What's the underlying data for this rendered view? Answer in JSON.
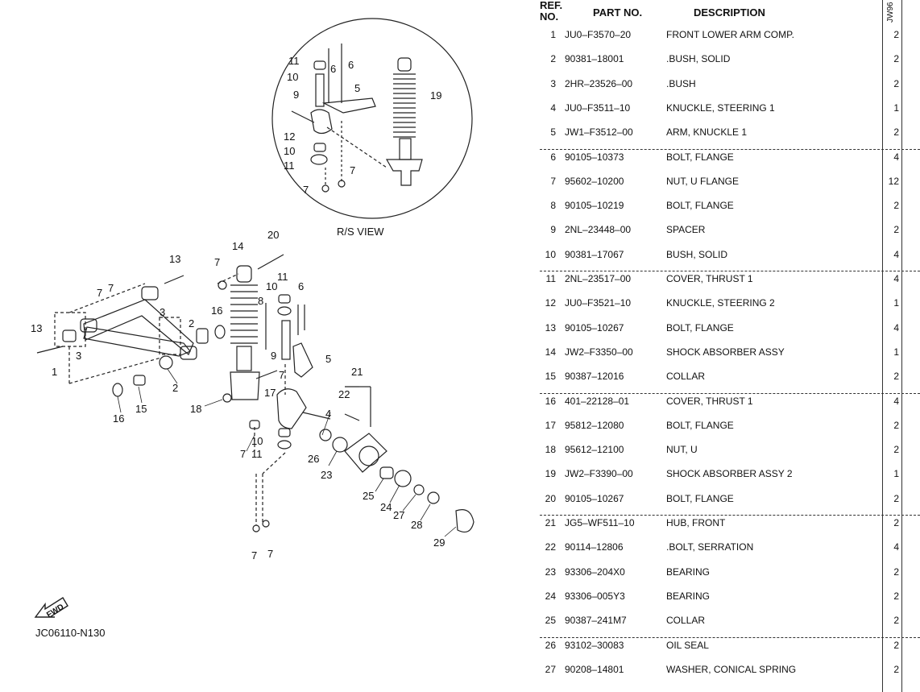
{
  "diagram": {
    "rs_view_label": "R/S VIEW",
    "figure_code": "JC06110-N130",
    "fwd_label": "FWD",
    "callouts": {
      "c1": "1",
      "c2": "2",
      "c2b": "2",
      "c3": "3",
      "c3b": "3",
      "c4": "4",
      "c5": "5",
      "c6": "6",
      "c7a": "7",
      "c7b": "7",
      "c7c": "7",
      "c7d": "7",
      "c7e": "7",
      "c7f": "7",
      "c8": "8",
      "c9": "9",
      "c10": "10",
      "c11": "11",
      "c13a": "13",
      "c13b": "13",
      "c14": "14",
      "c15": "15",
      "c16a": "16",
      "c16b": "16",
      "c17": "17",
      "c18": "18",
      "c20": "20",
      "c21": "21",
      "c22": "22",
      "c23": "23",
      "c24": "24",
      "c25": "25",
      "c26": "26",
      "c27": "27",
      "c28": "28",
      "c29": "29",
      "c10b": "10",
      "c11b": "11",
      "c7g": "7",
      "r11": "11",
      "r10": "10",
      "r9": "9",
      "r6": "6",
      "r5": "5",
      "r19": "19",
      "r12": "12",
      "r10b": "10",
      "r11b": "11",
      "r7a": "7",
      "r7b": "7"
    }
  },
  "table": {
    "headers": {
      "ref": "REF.",
      "no": "NO.",
      "part_no": "PART NO.",
      "description": "DESCRIPTION",
      "model": "JW96"
    },
    "rows": [
      {
        "ref": "1",
        "part_no": "JU0–F3570–20",
        "description": "FRONT LOWER ARM COMP.",
        "qty": "2"
      },
      {
        "ref": "2",
        "part_no": "90381–18001",
        "description": ".BUSH, SOLID",
        "qty": "2"
      },
      {
        "ref": "3",
        "part_no": "2HR–23526–00",
        "description": ".BUSH",
        "qty": "2"
      },
      {
        "ref": "4",
        "part_no": "JU0–F3511–10",
        "description": "KNUCKLE, STEERING 1",
        "qty": "1"
      },
      {
        "ref": "5",
        "part_no": "JW1–F3512–00",
        "description": "ARM, KNUCKLE 1",
        "qty": "2"
      },
      {
        "ref": "6",
        "part_no": "90105–10373",
        "description": "BOLT, FLANGE",
        "qty": "4"
      },
      {
        "ref": "7",
        "part_no": "95602–10200",
        "description": "NUT, U FLANGE",
        "qty": "12"
      },
      {
        "ref": "8",
        "part_no": "90105–10219",
        "description": "BOLT, FLANGE",
        "qty": "2"
      },
      {
        "ref": "9",
        "part_no": "2NL–23448–00",
        "description": "SPACER",
        "qty": "2"
      },
      {
        "ref": "10",
        "part_no": "90381–17067",
        "description": "BUSH, SOLID",
        "qty": "4"
      },
      {
        "ref": "11",
        "part_no": "2NL–23517–00",
        "description": "COVER, THRUST 1",
        "qty": "4"
      },
      {
        "ref": "12",
        "part_no": "JU0–F3521–10",
        "description": "KNUCKLE, STEERING 2",
        "qty": "1"
      },
      {
        "ref": "13",
        "part_no": "90105–10267",
        "description": "BOLT, FLANGE",
        "qty": "4"
      },
      {
        "ref": "14",
        "part_no": "JW2–F3350–00",
        "description": "SHOCK ABSORBER ASSY",
        "qty": "1"
      },
      {
        "ref": "15",
        "part_no": "90387–12016",
        "description": "COLLAR",
        "qty": "2"
      },
      {
        "ref": "16",
        "part_no": "401–22128–01",
        "description": "COVER, THRUST 1",
        "qty": "4"
      },
      {
        "ref": "17",
        "part_no": "95812–12080",
        "description": "BOLT, FLANGE",
        "qty": "2"
      },
      {
        "ref": "18",
        "part_no": "95612–12100",
        "description": "NUT, U",
        "qty": "2"
      },
      {
        "ref": "19",
        "part_no": "JW2–F3390–00",
        "description": "SHOCK ABSORBER ASSY 2",
        "qty": "1"
      },
      {
        "ref": "20",
        "part_no": "90105–10267",
        "description": "BOLT, FLANGE",
        "qty": "2"
      },
      {
        "ref": "21",
        "part_no": "JG5–WF511–10",
        "description": "HUB, FRONT",
        "qty": "2"
      },
      {
        "ref": "22",
        "part_no": "90114–12806",
        "description": ".BOLT, SERRATION",
        "qty": "4"
      },
      {
        "ref": "23",
        "part_no": "93306–204X0",
        "description": "BEARING",
        "qty": "2"
      },
      {
        "ref": "24",
        "part_no": "93306–005Y3",
        "description": "BEARING",
        "qty": "2"
      },
      {
        "ref": "25",
        "part_no": "90387–241M7",
        "description": "COLLAR",
        "qty": "2"
      },
      {
        "ref": "26",
        "part_no": "93102–30083",
        "description": "OIL SEAL",
        "qty": "2"
      },
      {
        "ref": "27",
        "part_no": "90208–14801",
        "description": "WASHER, CONICAL SPRING",
        "qty": "2"
      }
    ]
  }
}
